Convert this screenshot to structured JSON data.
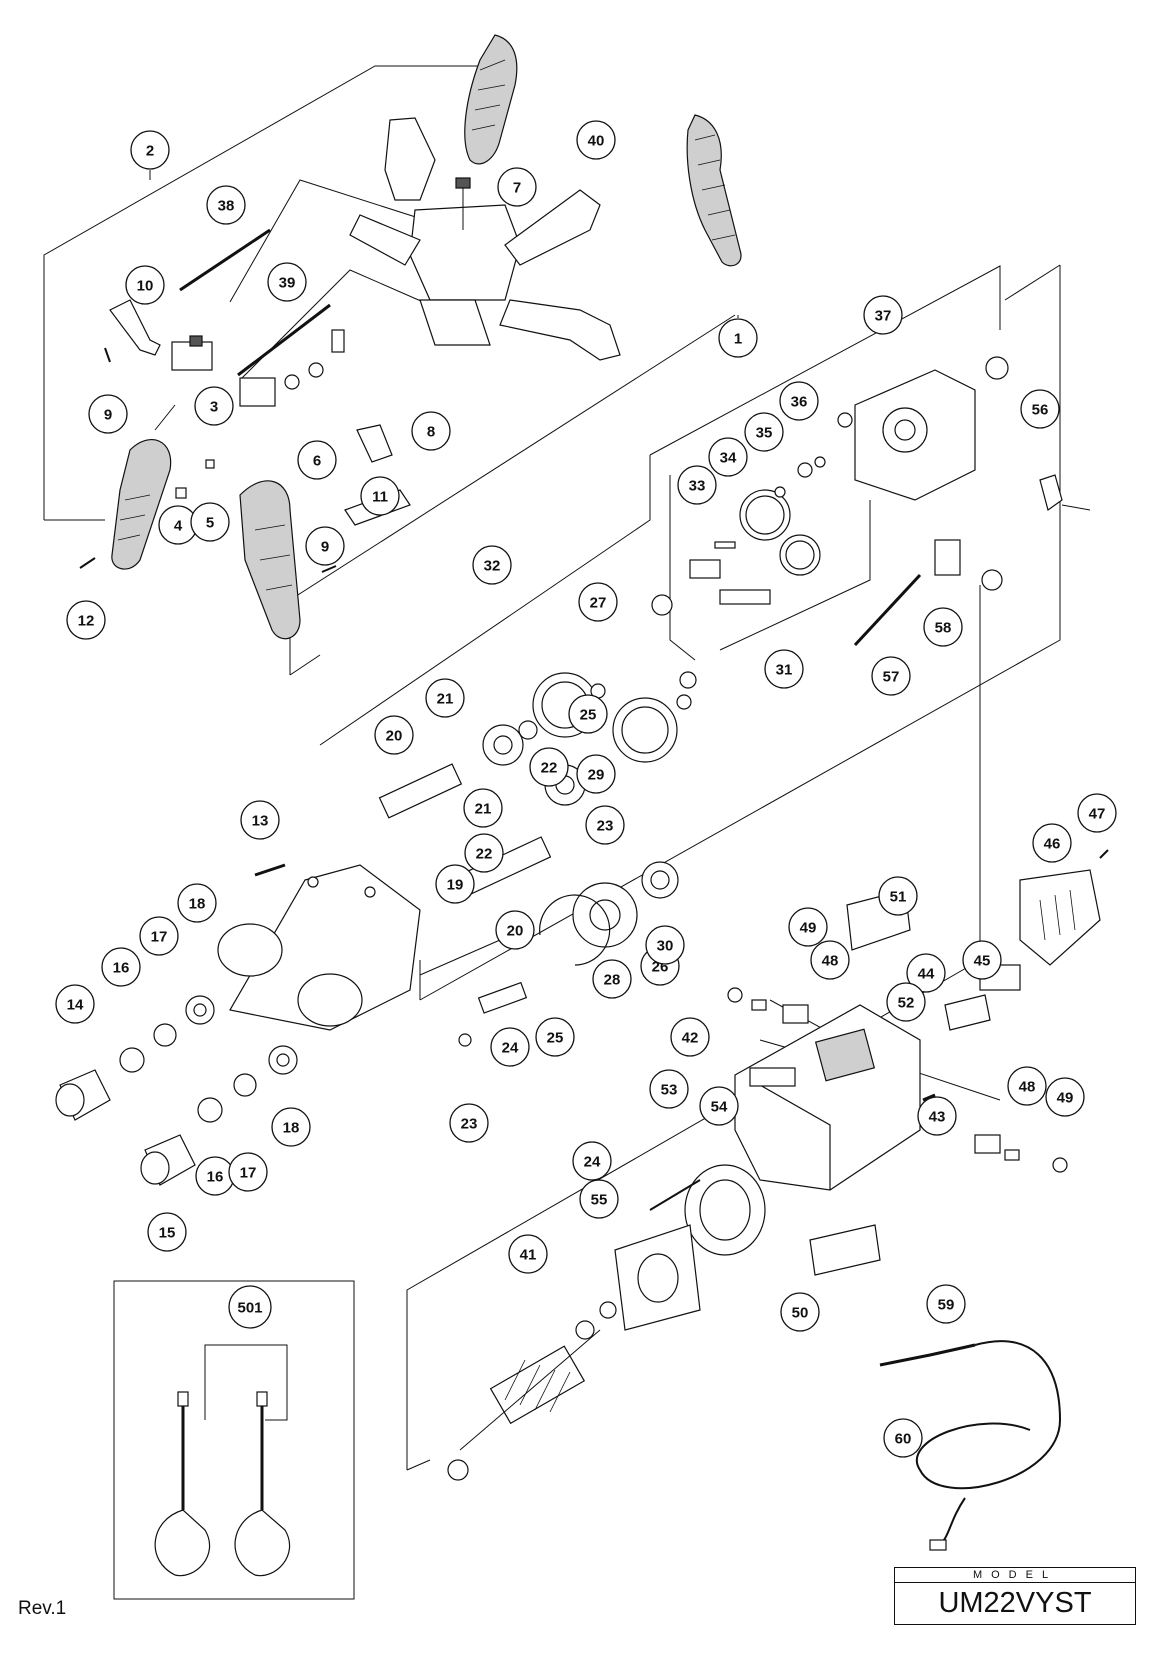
{
  "revision": "Rev.1",
  "model": {
    "caption": "MODEL",
    "value": "UM22VYST"
  },
  "callouts": [
    "1",
    "2",
    "3",
    "4",
    "5",
    "6",
    "7",
    "8",
    "9",
    "9",
    "10",
    "11",
    "12",
    "13",
    "14",
    "15",
    "16",
    "16",
    "17",
    "17",
    "18",
    "18",
    "19",
    "20",
    "20",
    "21",
    "21",
    "22",
    "22",
    "23",
    "23",
    "24",
    "24",
    "25",
    "25",
    "26",
    "27",
    "28",
    "29",
    "30",
    "31",
    "32",
    "33",
    "34",
    "35",
    "36",
    "37",
    "38",
    "39",
    "40",
    "41",
    "42",
    "43",
    "44",
    "45",
    "46",
    "47",
    "48",
    "48",
    "49",
    "49",
    "50",
    "51",
    "52",
    "53",
    "54",
    "55",
    "56",
    "57",
    "58",
    "59",
    "60",
    "501"
  ]
}
